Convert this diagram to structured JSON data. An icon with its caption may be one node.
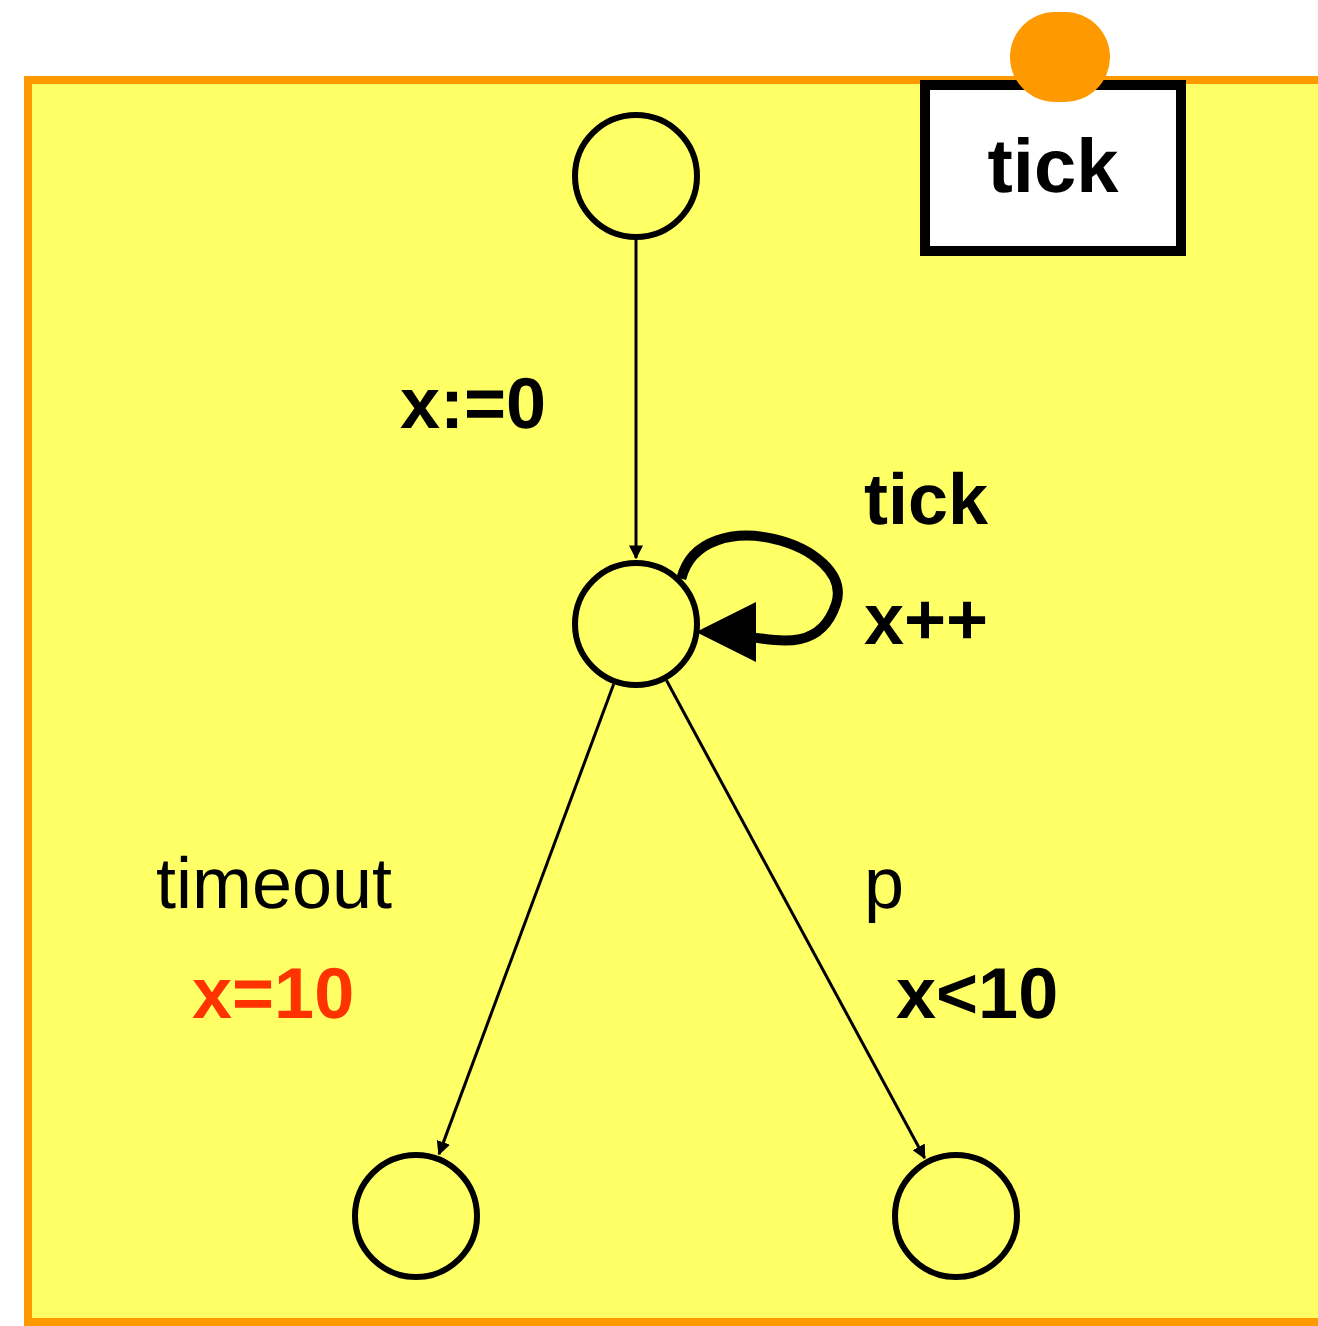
{
  "diagram": {
    "nodes": [
      {
        "text": [],
        "shape": "box"
      },
      {
        "text": [
          "tick"
        ],
        "in": 0
      },
      {
        "text": [],
        "shape": "circle",
        "in": 0
      },
      {
        "text": [],
        "shape": "circle",
        "in": 0
      },
      {
        "text": [],
        "shape": "circle",
        "in": 0
      },
      {
        "text": [],
        "shape": "circle",
        "in": 0
      }
    ],
    "edges": [
      {
        "from": 2,
        "to": 3,
        "arrow": "to",
        "label": "x:=0"
      },
      {
        "from": 3,
        "to": 3,
        "arrow": "to",
        "label": "tick x++",
        "style": "thick"
      },
      {
        "from": 3,
        "to": 4,
        "arrow": "to",
        "label": "timeout"
      },
      {
        "from": 3,
        "to": 5,
        "arrow": "to",
        "label": "p"
      }
    ],
    "labels": [
      "x=10",
      "x<10"
    ]
  }
}
